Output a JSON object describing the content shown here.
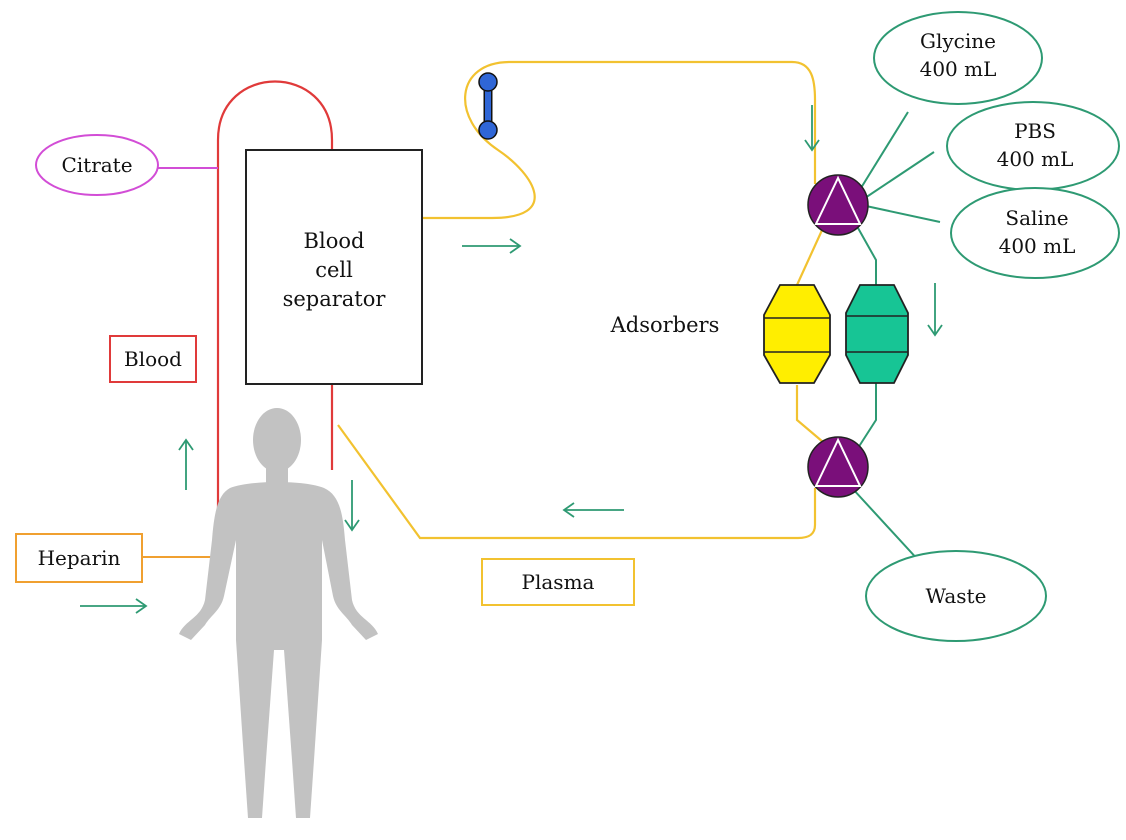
{
  "labels": {
    "citrate": "Citrate",
    "separator_line1": "Blood",
    "separator_line2": "cell",
    "separator_line3": "separator",
    "blood": "Blood",
    "heparin": "Heparin",
    "plasma": "Plasma",
    "adsorbers": "Adsorbers",
    "glycine_name": "Glycine",
    "glycine_volume": "400 mL",
    "pbs_name": "PBS",
    "pbs_volume": "400 mL",
    "saline_name": "Saline",
    "saline_volume": "400 mL",
    "waste": "Waste"
  },
  "colors": {
    "blood_line": "#e03a3a",
    "plasma_line": "#f2c230",
    "fluid_line": "#2e9a73",
    "citrate": "#d24dd6",
    "heparin": "#f0a030",
    "arrow": "#2e9a73",
    "valve_fill": "#7a0f7a",
    "adsorber_yellow": "#ffee00",
    "adsorber_green": "#17c595",
    "pump": "#2f66d6",
    "human": "#c2c2c2"
  },
  "icons": {
    "pump": "roller-pump-icon",
    "valve_top": "three-way-valve-icon",
    "valve_bottom": "three-way-valve-icon",
    "human": "human-figure-icon"
  }
}
